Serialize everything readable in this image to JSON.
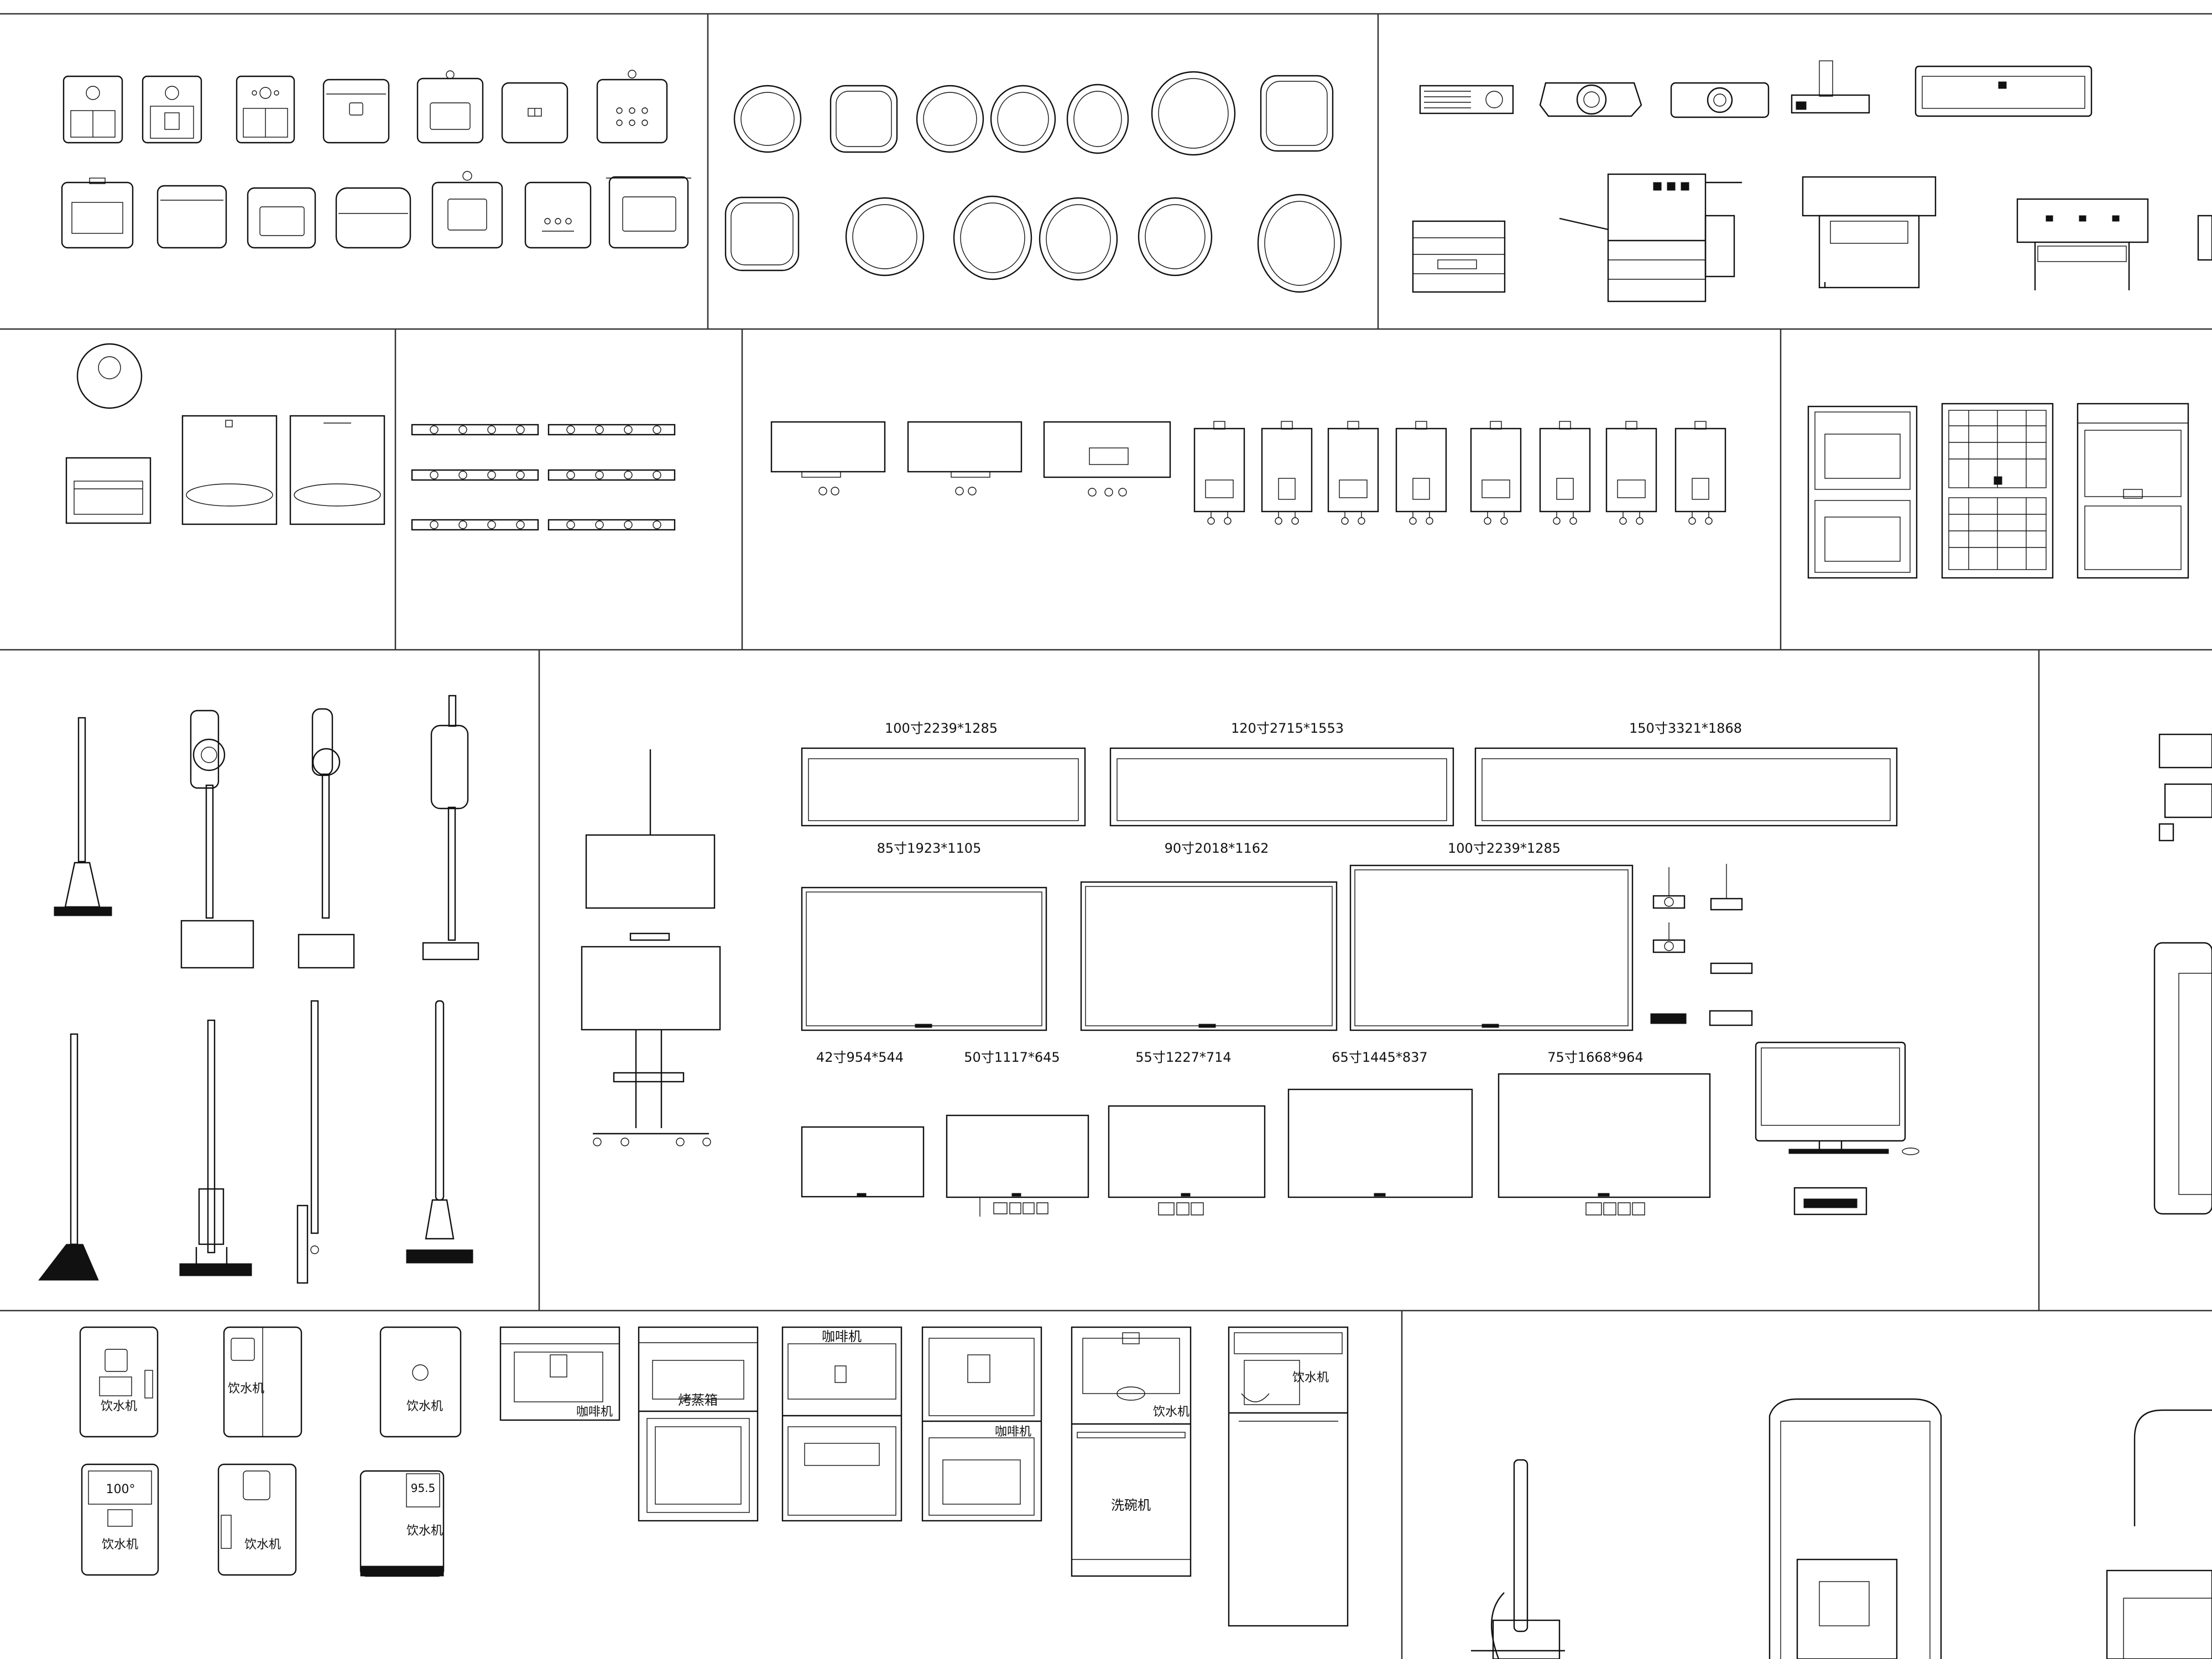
{
  "labels": {
    "water_dispenser": "饮水机",
    "coffee_machine": "咖啡机",
    "steam_oven": "烤蒸箱",
    "dishwasher": "洗碗机",
    "dispenser_temp": "100°",
    "dispenser_temp2": "95.5"
  },
  "tv_sizes": {
    "row_large": [
      "100寸2239*1285",
      "120寸2715*1553",
      "150寸3321*1868"
    ],
    "row_mid": [
      "85寸1923*1105",
      "90寸2018*1162",
      "100寸2239*1285"
    ],
    "row_small": [
      "42寸954*544",
      "50寸1117*645",
      "55寸1227*714",
      "65寸1445*837",
      "75寸1668*964"
    ]
  },
  "icons": [
    "air-fryer-icon",
    "rice-cooker-icon",
    "pressure-cooker-icon",
    "robot-vacuum-icon",
    "range-hood-icon",
    "water-heater-icon",
    "built-in-oven-icon",
    "projector-icon",
    "printer-icon",
    "stick-vacuum-icon",
    "mop-icon",
    "broom-icon",
    "tv-icon",
    "tv-stand-icon",
    "computer-monitor-icon",
    "water-dispenser-icon",
    "coffee-machine-icon",
    "dishwasher-icon",
    "wet-dry-vacuum-icon"
  ]
}
